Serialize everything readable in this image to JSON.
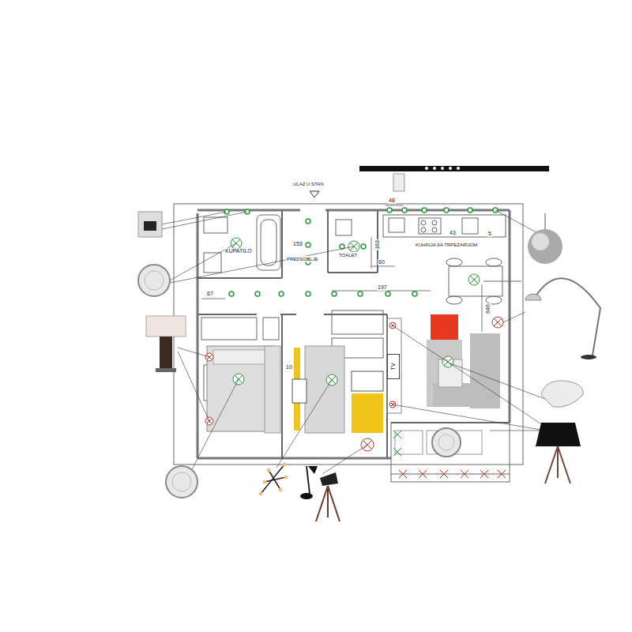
{
  "diagram": {
    "nodes": [
      {
        "text": [
          "TV"
        ]
      }
    ],
    "labels": [
      "ULAZ U STAN",
      "48",
      "153",
      "163",
      "60",
      "43",
      "5",
      "KUPATILO",
      "PREDSOBLJE",
      "TOALET",
      "KUHINJA SA TRPEZARIJOM",
      "67",
      "197",
      "646",
      "10"
    ]
  }
}
